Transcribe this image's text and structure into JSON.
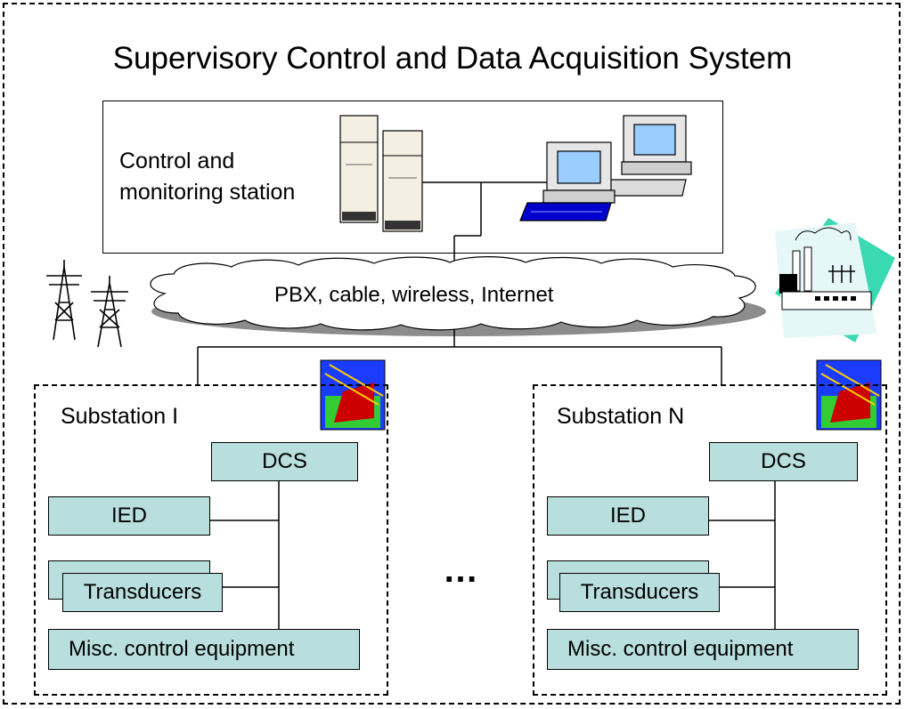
{
  "title": "Supervisory Control and Data Acquisition System",
  "control_station": {
    "label": "Control and\nmonitoring station"
  },
  "network": {
    "label": "PBX, cable, wireless, Internet"
  },
  "substations": [
    {
      "label": "Substation I",
      "components": {
        "dcs": "DCS",
        "ied": "IED",
        "transducers": "Transducers",
        "misc": "Misc. control equipment"
      }
    },
    {
      "label": "Substation N",
      "components": {
        "dcs": "DCS",
        "ied": "IED",
        "transducers": "Transducers",
        "misc": "Misc. control equipment"
      }
    }
  ],
  "ellipsis": "…",
  "colors": {
    "component_fill": "#b9dede",
    "cloud_fill": "#ffffff",
    "cloud_shadow": "#8c8c8c",
    "computer_blue": "#0000cc"
  }
}
